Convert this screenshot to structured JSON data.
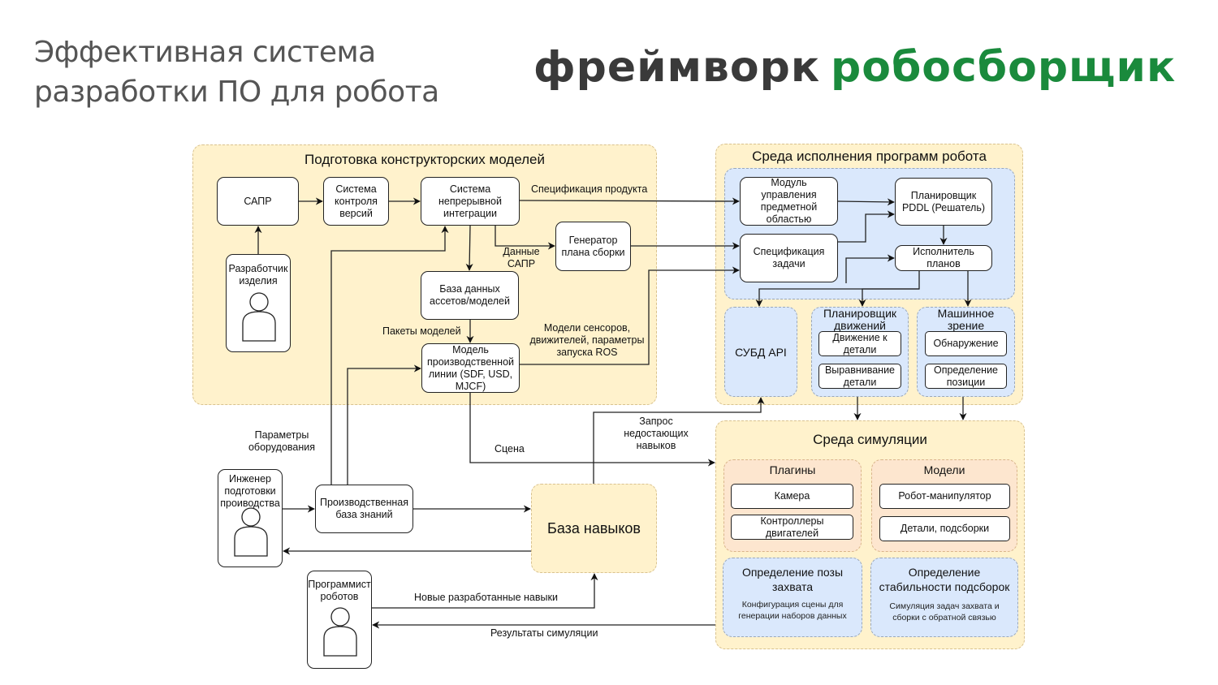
{
  "header": {
    "title_line1": "Эффективная система",
    "title_line2": "разработки ПО для робота",
    "brand_part1": "фреймворк",
    "brand_part2": "робосборщик",
    "brand_color_dark": "#3a3a3a",
    "brand_color_green": "#1a8a3c"
  },
  "design": {
    "title": "Подготовка конструкторских моделей",
    "cad": "САПР",
    "vcs": "Система контроля версий",
    "ci": "Система непрерывной интеграции",
    "assembly_gen": "Генератор плана сборки",
    "asset_db": "База данных ассетов/моделей",
    "line_model": "Модель производственной линии (SDF, USD, MJCF)",
    "product_dev": "Разработчик изделия"
  },
  "runtime": {
    "title": "Среда исполнения программ робота",
    "domain_module": "Модуль управления предметной областью",
    "task_spec": "Спецификация задачи",
    "pddl": "Планировщик PDDL (Решатель)",
    "executor": "Исполнитель планов",
    "dbms_api": "СУБД API",
    "motion_title": "Планировщик движений",
    "motion_items": [
      "Движение к детали",
      "Выравнивание детали"
    ],
    "vision_title": "Машинное зрение",
    "vision_items": [
      "Обнаружение",
      "Определение позиции"
    ]
  },
  "simulation": {
    "title": "Среда симуляции",
    "plugins_title": "Плагины",
    "plugins": [
      "Камера",
      "Контроллеры двигателей"
    ],
    "models_title": "Модели",
    "models": [
      "Робот-манипулятор",
      "Детали, подсборки"
    ],
    "grasp_title": "Определение позы захвата",
    "grasp_caption": "Конфигурация сцены для генерации наборов данных",
    "stability_title": "Определение стабильности подсборок",
    "stability_caption": "Симуляция задач захвата и сборки с обратной связью"
  },
  "bottom": {
    "engineer": "Инженер подготовки проиводства",
    "knowledge_base": "Производственная база знаний",
    "skills_db": "База навыков",
    "programmer": "Программист роботов"
  },
  "edge_labels": {
    "product_spec": "Спецификация продукта",
    "cad_data": "Данные САПР",
    "model_packages": "Пакеты моделей",
    "sensor_models": "Модели сенсоров, движителей, параметры запуска ROS",
    "equipment_params": "Параметры оборудования",
    "scene": "Сцена",
    "missing_skills": "Запрос недостающих навыков",
    "new_skills": "Новые разработанные навыки",
    "sim_results": "Результаты симуляции"
  }
}
